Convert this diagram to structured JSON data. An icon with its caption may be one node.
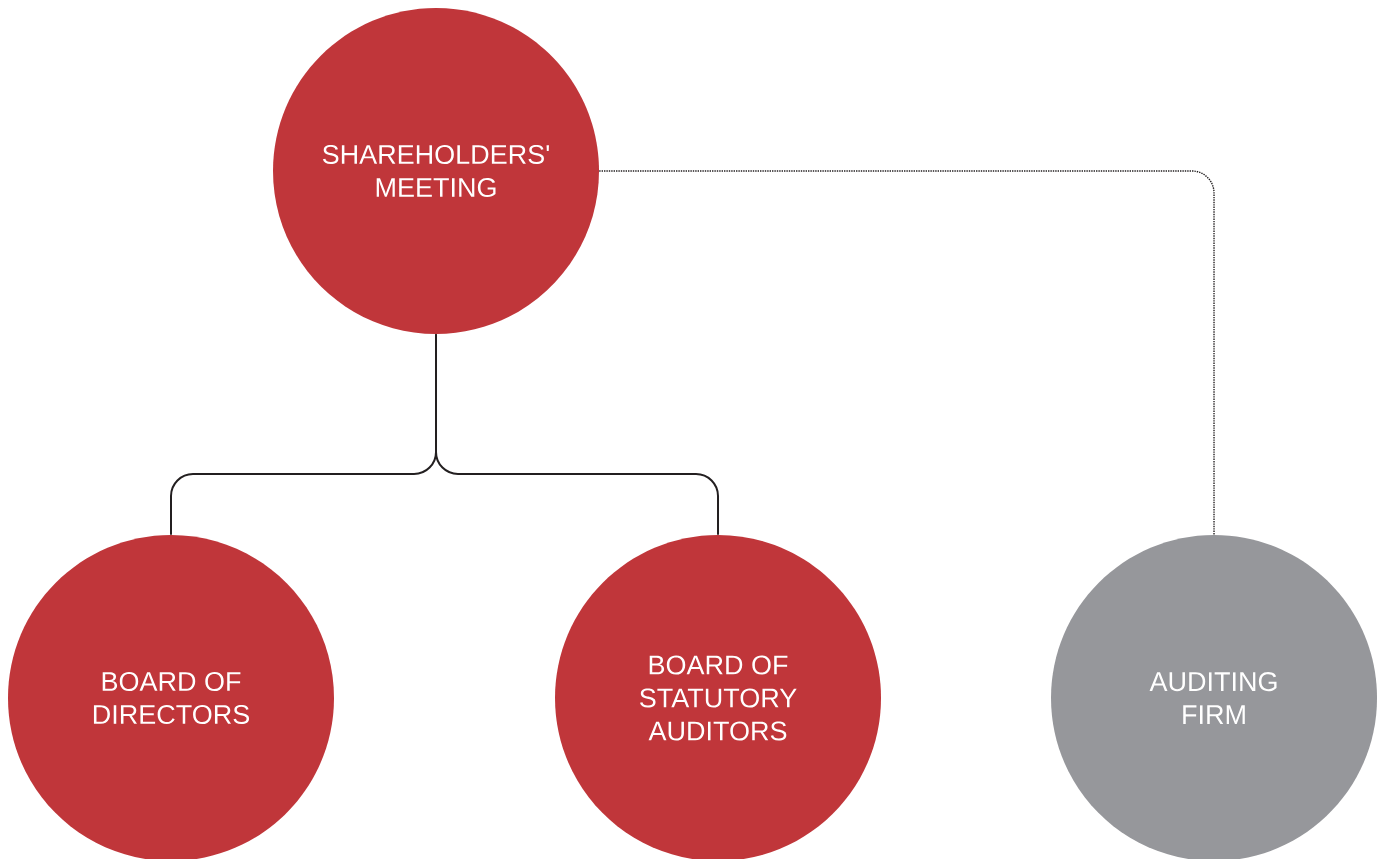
{
  "diagram": {
    "nodes": [
      {
        "text": [
          "SHAREHOLDERS' MEETING"
        ]
      },
      {
        "text": [
          "BOARD OF DIRECTORS"
        ]
      },
      {
        "text": [
          "BOARD OF STATUTORY AUDITORS"
        ]
      },
      {
        "text": [
          "AUDITING FIRM"
        ]
      }
    ],
    "edges": [
      {
        "from": 0,
        "to": 1,
        "arrow": "none"
      },
      {
        "from": 0,
        "to": 2,
        "arrow": "none"
      },
      {
        "from": 0,
        "to": 3,
        "arrow": "none",
        "style": "dashed"
      }
    ]
  }
}
